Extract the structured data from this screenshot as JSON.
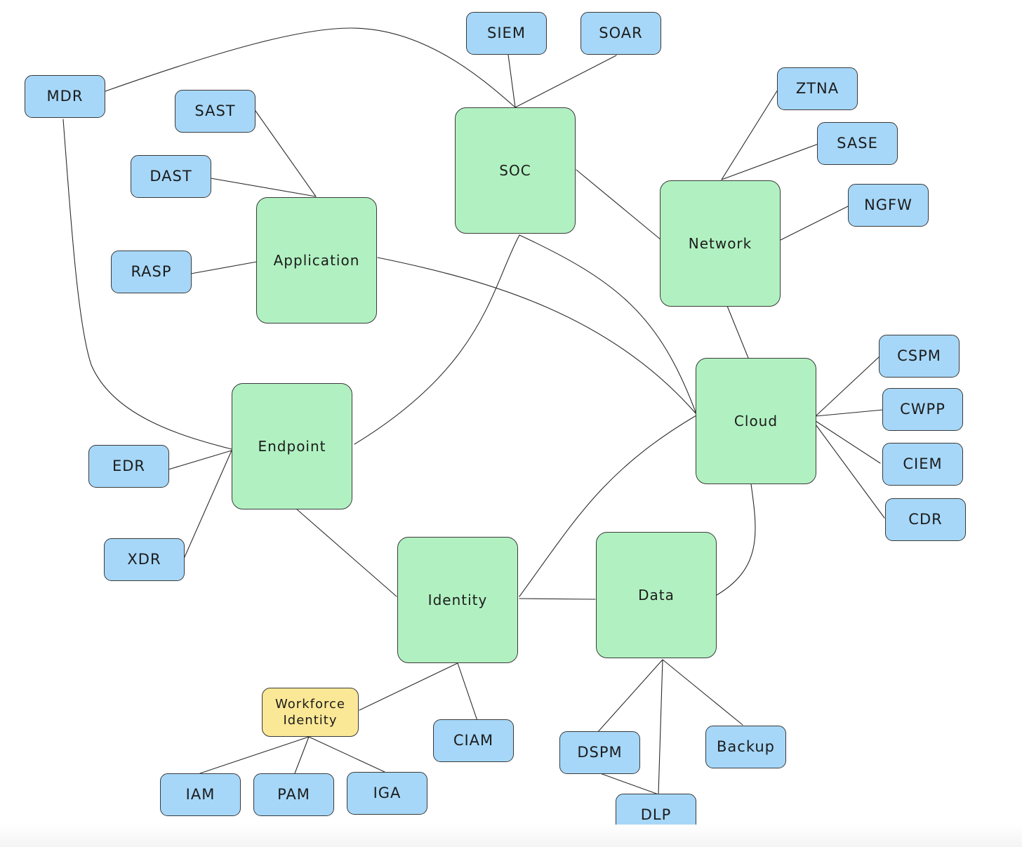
{
  "colors": {
    "hub": "#b1f1c1",
    "leaf": "#a6d7f8",
    "group": "#fbe896",
    "line": "#2b2b2b"
  },
  "nodes": {
    "soc": {
      "label": "SOC",
      "kind": "hub"
    },
    "application": {
      "label": "Application",
      "kind": "hub"
    },
    "network": {
      "label": "Network",
      "kind": "hub"
    },
    "cloud": {
      "label": "Cloud",
      "kind": "hub"
    },
    "endpoint": {
      "label": "Endpoint",
      "kind": "hub"
    },
    "identity": {
      "label": "Identity",
      "kind": "hub"
    },
    "data": {
      "label": "Data",
      "kind": "hub"
    },
    "siem": {
      "label": "SIEM",
      "kind": "leaf"
    },
    "soar": {
      "label": "SOAR",
      "kind": "leaf"
    },
    "mdr": {
      "label": "MDR",
      "kind": "leaf"
    },
    "sast": {
      "label": "SAST",
      "kind": "leaf"
    },
    "dast": {
      "label": "DAST",
      "kind": "leaf"
    },
    "rasp": {
      "label": "RASP",
      "kind": "leaf"
    },
    "ztna": {
      "label": "ZTNA",
      "kind": "leaf"
    },
    "sase": {
      "label": "SASE",
      "kind": "leaf"
    },
    "ngfw": {
      "label": "NGFW",
      "kind": "leaf"
    },
    "cspm": {
      "label": "CSPM",
      "kind": "leaf"
    },
    "cwpp": {
      "label": "CWPP",
      "kind": "leaf"
    },
    "ciem": {
      "label": "CIEM",
      "kind": "leaf"
    },
    "cdr": {
      "label": "CDR",
      "kind": "leaf"
    },
    "edr": {
      "label": "EDR",
      "kind": "leaf"
    },
    "xdr": {
      "label": "XDR",
      "kind": "leaf"
    },
    "workforce": {
      "label": "Workforce\nIdentity",
      "kind": "group"
    },
    "ciam": {
      "label": "CIAM",
      "kind": "leaf"
    },
    "iam": {
      "label": "IAM",
      "kind": "leaf"
    },
    "pam": {
      "label": "PAM",
      "kind": "leaf"
    },
    "iga": {
      "label": "IGA",
      "kind": "leaf"
    },
    "dspm": {
      "label": "DSPM",
      "kind": "leaf"
    },
    "dlp": {
      "label": "DLP",
      "kind": "leaf"
    },
    "backup": {
      "label": "Backup",
      "kind": "leaf"
    }
  },
  "edges": [
    [
      "soc",
      "siem"
    ],
    [
      "soc",
      "soar"
    ],
    [
      "soc",
      "mdr"
    ],
    [
      "soc",
      "network"
    ],
    [
      "soc",
      "cloud"
    ],
    [
      "soc",
      "endpoint"
    ],
    [
      "application",
      "sast"
    ],
    [
      "application",
      "dast"
    ],
    [
      "application",
      "rasp"
    ],
    [
      "application",
      "cloud"
    ],
    [
      "network",
      "ztna"
    ],
    [
      "network",
      "sase"
    ],
    [
      "network",
      "ngfw"
    ],
    [
      "network",
      "cloud"
    ],
    [
      "cloud",
      "cspm"
    ],
    [
      "cloud",
      "cwpp"
    ],
    [
      "cloud",
      "ciem"
    ],
    [
      "cloud",
      "cdr"
    ],
    [
      "cloud",
      "identity"
    ],
    [
      "cloud",
      "data"
    ],
    [
      "endpoint",
      "mdr"
    ],
    [
      "endpoint",
      "edr"
    ],
    [
      "endpoint",
      "xdr"
    ],
    [
      "endpoint",
      "identity"
    ],
    [
      "identity",
      "data"
    ],
    [
      "identity",
      "workforce"
    ],
    [
      "identity",
      "ciam"
    ],
    [
      "workforce",
      "iam"
    ],
    [
      "workforce",
      "pam"
    ],
    [
      "workforce",
      "iga"
    ],
    [
      "data",
      "dspm"
    ],
    [
      "data",
      "dlp"
    ],
    [
      "data",
      "backup"
    ],
    [
      "dspm",
      "dlp"
    ]
  ]
}
